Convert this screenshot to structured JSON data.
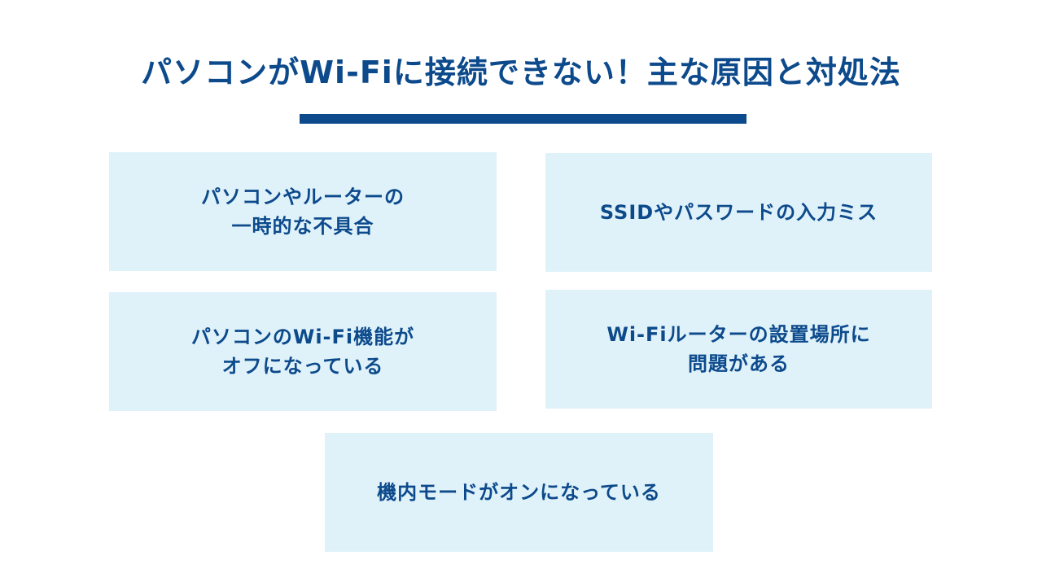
{
  "title": "パソコンがWi-Fiに接続できない！主な原因と対処法",
  "colors": {
    "accent": "#0c4a8c",
    "box_background": "#e0f2f9"
  },
  "causes": [
    {
      "label": "パソコンやルーターの\n一時的な不具合"
    },
    {
      "label": "SSIDやパスワードの入力ミス"
    },
    {
      "label": "パソコンのWi-Fi機能が\nオフになっている"
    },
    {
      "label": "Wi-Fiルーターの設置場所に\n問題がある"
    },
    {
      "label": "機内モードがオンになっている"
    }
  ]
}
